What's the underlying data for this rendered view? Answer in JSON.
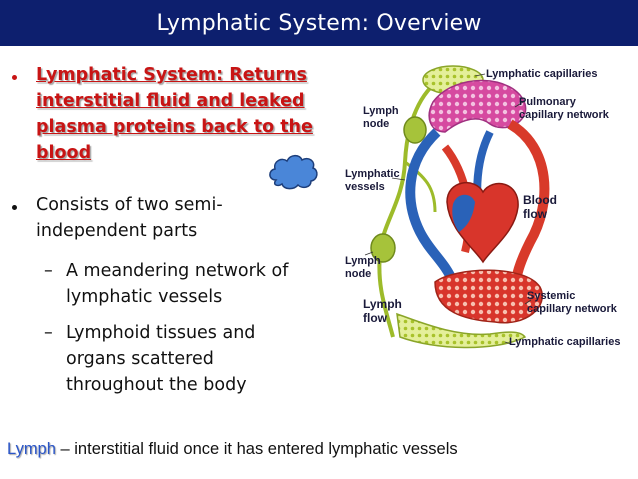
{
  "slide": {
    "title": "Lymphatic System: Overview",
    "bullets": [
      {
        "text_lines": [
          "Lymphatic System: Returns",
          "interstitial fluid and leaked",
          "plasma proteins back to the",
          "blood"
        ]
      },
      {
        "text_lines": [
          "Consists of two semi-",
          "independent parts"
        ]
      }
    ],
    "sub_bullets": [
      {
        "lines": [
          "A meandering network of",
          "lymphatic vessels"
        ]
      },
      {
        "lines": [
          "Lymphoid tissues and",
          "organs scattered",
          "throughout the body"
        ]
      }
    ],
    "footer": {
      "term": "Lymph",
      "definition": " – interstitial fluid once it has entered lymphatic vessels"
    }
  },
  "diagram": {
    "labels": {
      "lymphatic_capillaries_top": "Lymphatic capillaries",
      "pulmonary_1": "Pulmonary",
      "pulmonary_2": "capillary network",
      "lymph_node_top_1": "Lymph",
      "lymph_node_top_2": "node",
      "lymphatic_vessels_1": "Lymphatic",
      "lymphatic_vessels_2": "vessels",
      "blood_flow_1": "Blood",
      "blood_flow_2": "flow",
      "lymph_node_bottom_1": "Lymph",
      "lymph_node_bottom_2": "node",
      "lymph_flow_1": "Lymph",
      "lymph_flow_2": "flow",
      "systemic_1": "Systemic",
      "systemic_2": "capillary network",
      "lymphatic_capillaries_bottom": "Lymphatic capillaries"
    }
  },
  "colors": {
    "title_bg": "#0d1f6e",
    "link_red": "#c81414",
    "lymph_blue": "#2a55c8",
    "cloud": "#4a86d8"
  },
  "icons": [
    "bullet-dot",
    "cloud-shape"
  ]
}
